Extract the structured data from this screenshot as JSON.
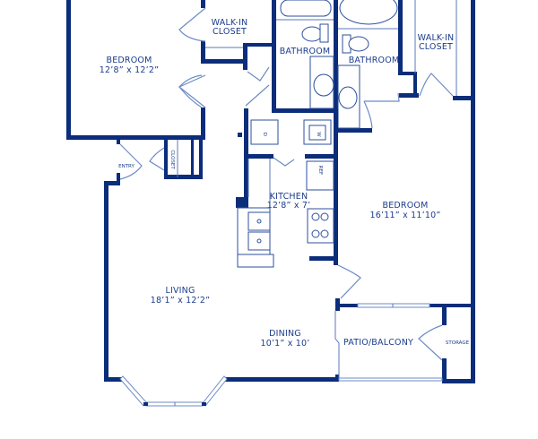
{
  "colors": {
    "wall": "#0b2d7a",
    "label": "#1b3c8c",
    "fixture_line": "#5a78b8"
  },
  "rooms": {
    "bedroom_left": {
      "name": "BEDROOM",
      "dims": "12’8” x 12’2”"
    },
    "walkin_left": {
      "name_line1": "WALK-IN",
      "name_line2": "CLOSET"
    },
    "bathroom_1": {
      "name": "BATHROOM"
    },
    "bathroom_2": {
      "name": "BATHROOM"
    },
    "walkin_right": {
      "name_line1": "WALK-IN",
      "name_line2": "CLOSET"
    },
    "entry": {
      "name": "ENTRY"
    },
    "closet": {
      "name": "CLOSET"
    },
    "kitchen": {
      "name": "KITCHEN",
      "dims": "12’8” x 7’"
    },
    "bedroom_right": {
      "name": "BEDROOM",
      "dims": "16’11” x 11’10”"
    },
    "living": {
      "name": "LIVING",
      "dims": "18’1” x 12’2”"
    },
    "dining": {
      "name": "DINING",
      "dims": "10’1” x 10’"
    },
    "patio": {
      "name": "PATIO/BALCONY"
    },
    "storage": {
      "name": "STORAGE"
    }
  },
  "appliances": {
    "dryer": "D",
    "washer": "W",
    "fridge": "REF"
  }
}
